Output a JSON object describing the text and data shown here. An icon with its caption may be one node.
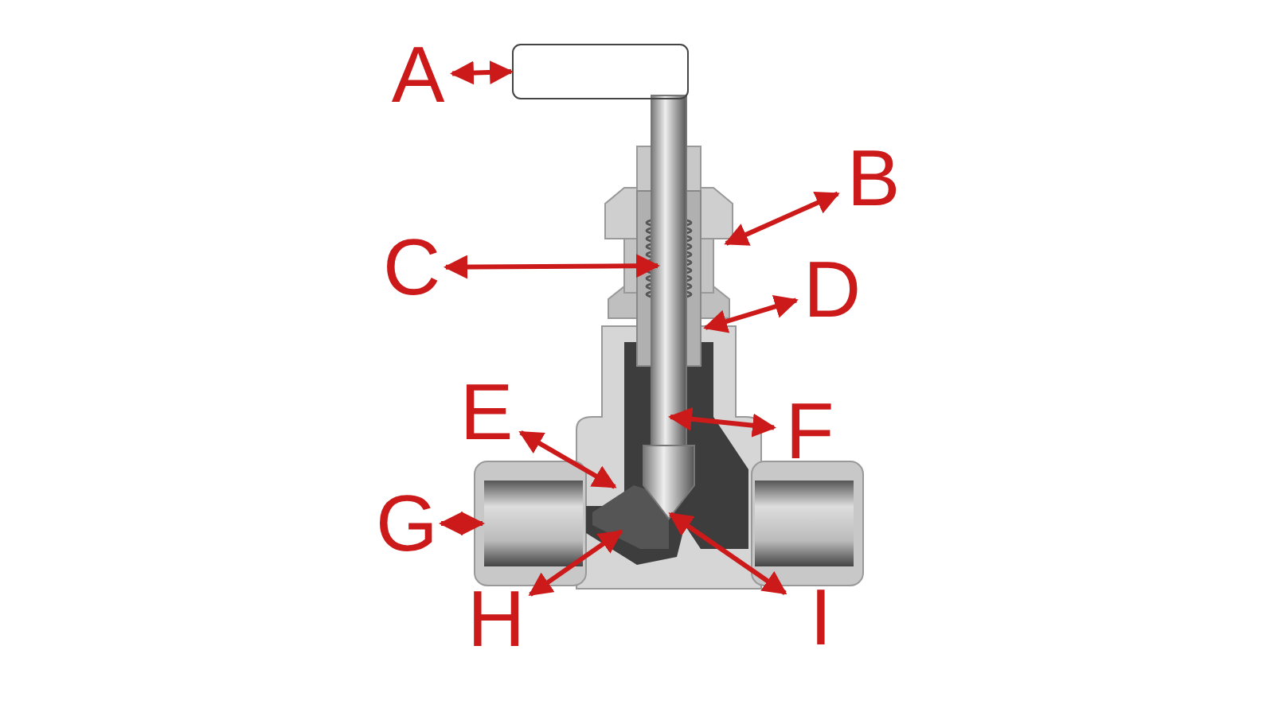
{
  "diagram": {
    "nodes": [
      {
        "text": [
          "A"
        ]
      },
      {
        "text": [
          "B"
        ]
      },
      {
        "text": [
          "C"
        ]
      },
      {
        "text": [
          "D"
        ]
      },
      {
        "text": [
          "E"
        ]
      },
      {
        "text": [
          "F"
        ]
      },
      {
        "text": [
          "G"
        ]
      },
      {
        "text": [
          "H"
        ]
      },
      {
        "text": [
          "I"
        ]
      }
    ],
    "edges": [
      {
        "from": 0,
        "to": null,
        "arrow": "both"
      },
      {
        "from": 1,
        "to": null,
        "arrow": "both"
      },
      {
        "from": 2,
        "to": null,
        "arrow": "both"
      },
      {
        "from": 3,
        "to": null,
        "arrow": "both"
      },
      {
        "from": 4,
        "to": null,
        "arrow": "both"
      },
      {
        "from": 5,
        "to": null,
        "arrow": "both"
      },
      {
        "from": 6,
        "to": null,
        "arrow": "both"
      },
      {
        "from": 7,
        "to": null,
        "arrow": "both"
      },
      {
        "from": 8,
        "to": null,
        "arrow": "both"
      }
    ]
  }
}
